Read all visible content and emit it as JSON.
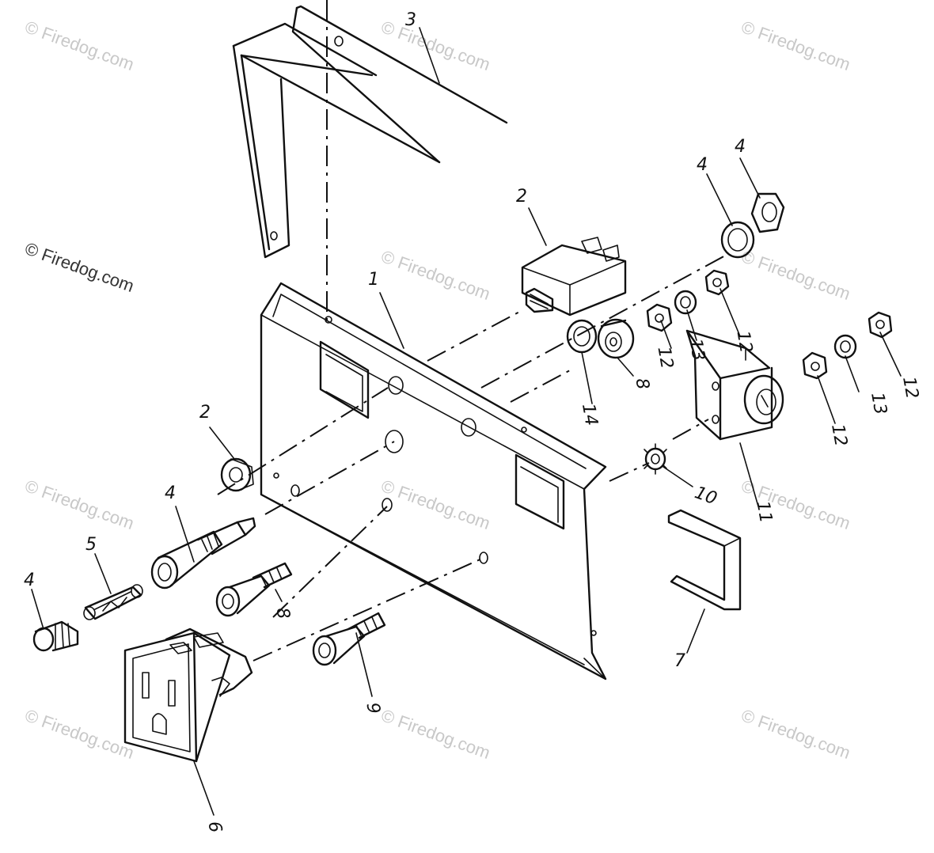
{
  "watermark": "© Firedog.com",
  "callouts": {
    "n1": "1",
    "n2a": "2",
    "n2b": "2",
    "n3": "3",
    "n4a": "4",
    "n4b": "4",
    "n4c": "4",
    "n4d": "4",
    "n5": "5",
    "n6": "6",
    "n7": "7",
    "n8a": "8",
    "n8b": "8",
    "n9": "9",
    "n10": "10",
    "n11": "11",
    "n12a": "12",
    "n12b": "12",
    "n12c": "12",
    "n12d": "12",
    "n13a": "13",
    "n13b": "13",
    "n14": "14"
  },
  "colors": {
    "line": "#111111",
    "watermark": "#c8c8c8"
  }
}
